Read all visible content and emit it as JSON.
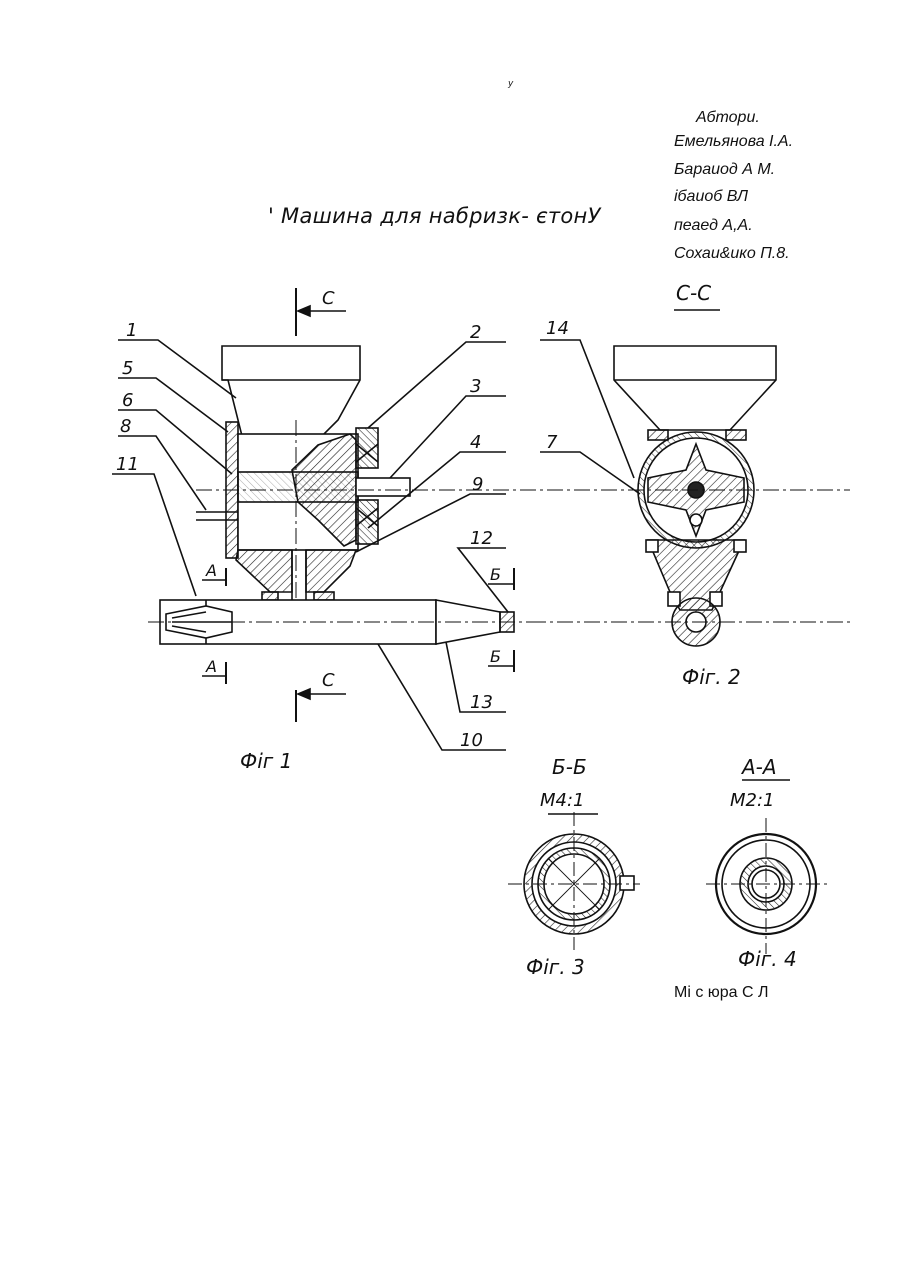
{
  "title": "'  Машина для набризк- єтонУ",
  "authors_heading": "Абтори.",
  "authors": [
    "Емельянова I.A.",
    "Бараиод А М.",
    "ібаиоб ВЛ",
    "пеаед А,А.",
    "Сохаи&ико П.8."
  ],
  "editor": "Мі с юра С Л",
  "part_numbers": [
    "1",
    "2",
    "3",
    "4",
    "5",
    "6",
    "7",
    "8",
    "9",
    "10",
    "11",
    "12",
    "13",
    "14"
  ],
  "section_marks": {
    "c": "C",
    "a": "A",
    "b": "Б",
    "c_c": "С-С",
    "b_b": "Б-Б",
    "a_a": "А-А"
  },
  "scales": {
    "fig3": "М4:1",
    "fig4": "М2:1"
  },
  "figure_captions": {
    "fig1": "Фіг 1",
    "fig2": "Фіг. 2",
    "fig3": "Фіг. 3",
    "fig4": "Фіг. 4"
  },
  "stray_mark": "у"
}
